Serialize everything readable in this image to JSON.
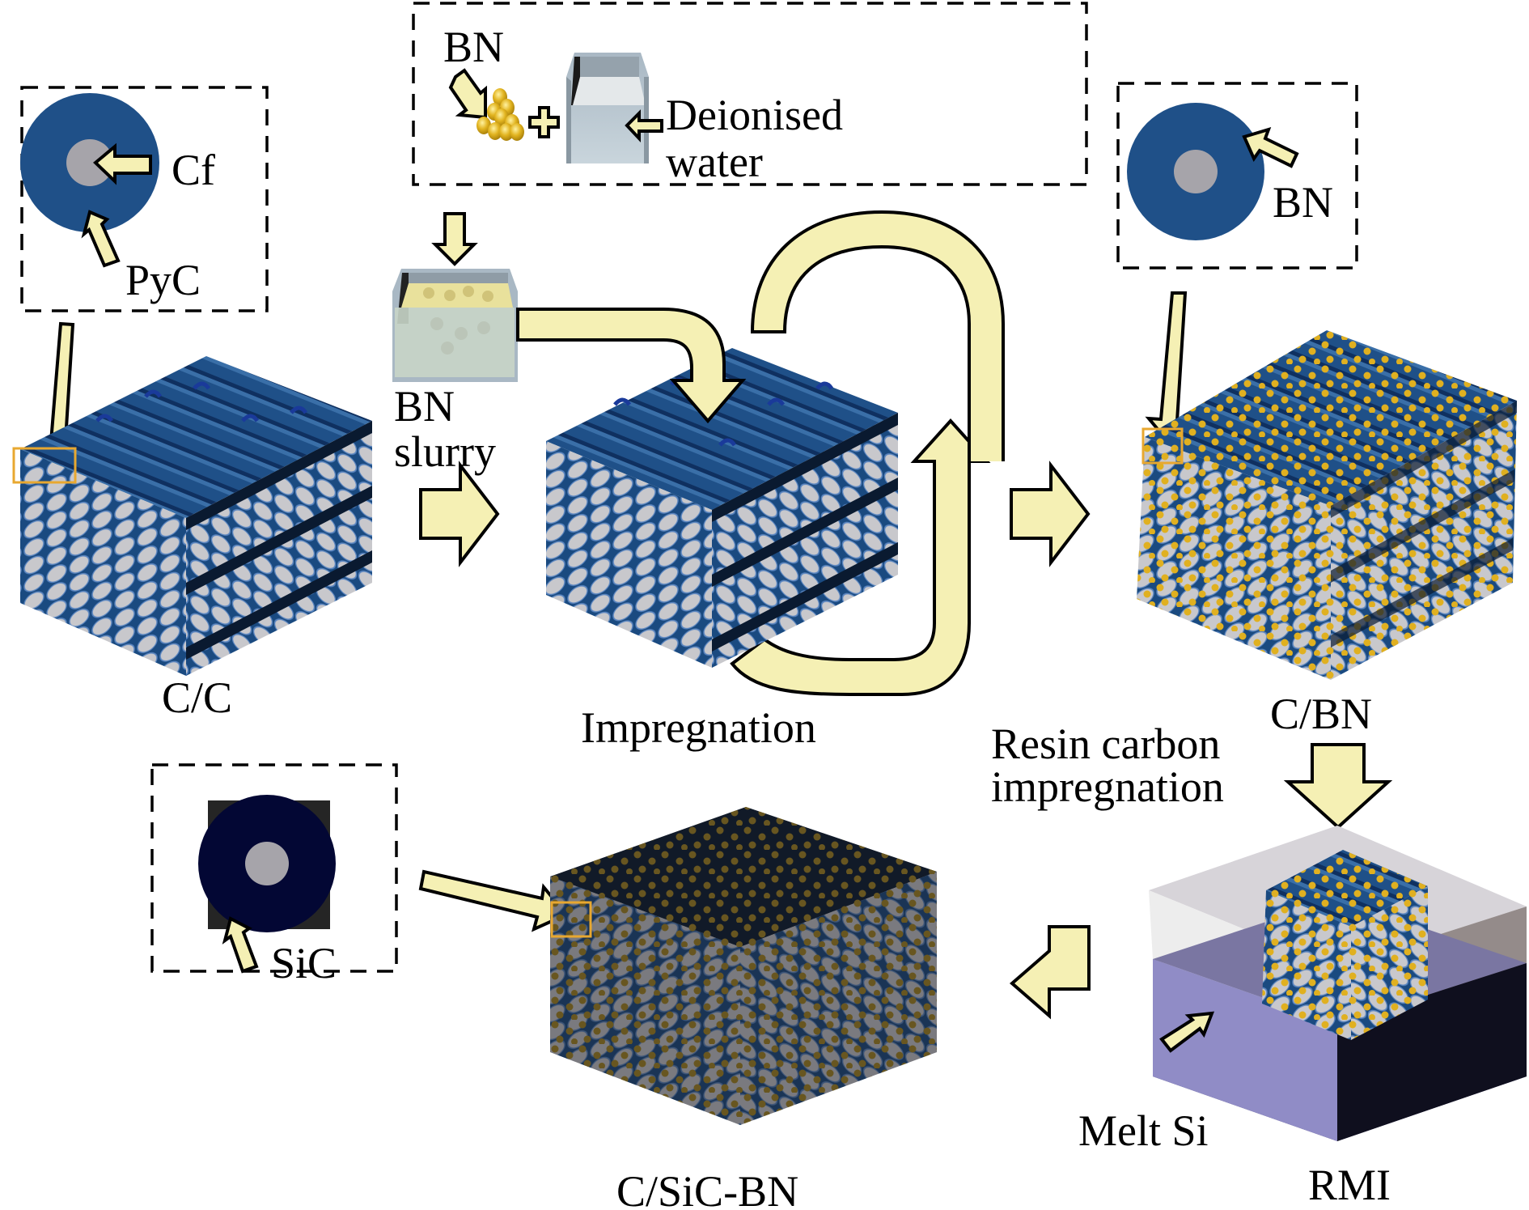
{
  "diagram": {
    "title": "C/SiC-BN composite fabrication process",
    "colors": {
      "arrow_fill": "#f5f0b4",
      "pyc_coating": "#1f5088",
      "carbon_fiber": "#a6a4aa",
      "sic_coating": "#030734",
      "bn_particle": "#e0b020",
      "melt_si": "#908cc6",
      "selection_box": "#e8a830"
    },
    "insets": {
      "cf_pyc": {
        "cf_label": "Cf",
        "pyc_label": "PyC"
      },
      "slurry_prep": {
        "bn_label": "BN",
        "plus": "+",
        "water_label_line1": "Deionised",
        "water_label_line2": "water"
      },
      "bn_coat": {
        "bn_label": "BN"
      },
      "sic_coat": {
        "sic_label": "SiC"
      }
    },
    "stages": {
      "cc": {
        "label": "C/C"
      },
      "slurry": {
        "label_line1": "BN",
        "label_line2": "slurry"
      },
      "impregnation": {
        "label": "Impregnation"
      },
      "cbn": {
        "label": "C/BN"
      },
      "resin": {
        "label_line1": "Resin carbon",
        "label_line2": "impregnation"
      },
      "rmi": {
        "label": "RMI",
        "melt_label": "Melt Si"
      },
      "final": {
        "label": "C/SiC-BN"
      }
    }
  }
}
